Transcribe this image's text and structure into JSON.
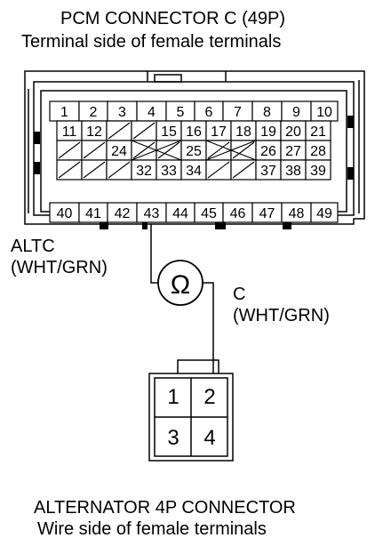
{
  "pcm_connector": {
    "title": "PCM CONNECTOR C (49P)",
    "subtitle": "Terminal side of female terminals",
    "rows": [
      [
        "1",
        "2",
        "3",
        "4",
        "5",
        "6",
        "7",
        "8",
        "9",
        "10"
      ],
      [
        "11",
        "12",
        "",
        "",
        "15",
        "16",
        "17",
        "18",
        "19",
        "20",
        "21"
      ],
      [
        "",
        "",
        "24",
        "",
        "",
        "25",
        "",
        "",
        "26",
        "27",
        "28"
      ],
      [
        "",
        "",
        "",
        "32",
        "33",
        "34",
        "",
        "",
        "37",
        "38",
        "39"
      ],
      [
        "40",
        "41",
        "42",
        "43",
        "44",
        "45",
        "46",
        "47",
        "48",
        "49"
      ]
    ]
  },
  "meter": {
    "symbol": "Ω"
  },
  "labels": {
    "pcm_wire_name": "ALTC",
    "pcm_wire_color": "(WHT/GRN)",
    "alt_wire_name": "C",
    "alt_wire_color": "(WHT/GRN)"
  },
  "alternator_connector": {
    "title": "ALTERNATOR 4P CONNECTOR",
    "subtitle": "Wire side of female terminals",
    "terminals": [
      "1",
      "2",
      "3",
      "4"
    ]
  }
}
